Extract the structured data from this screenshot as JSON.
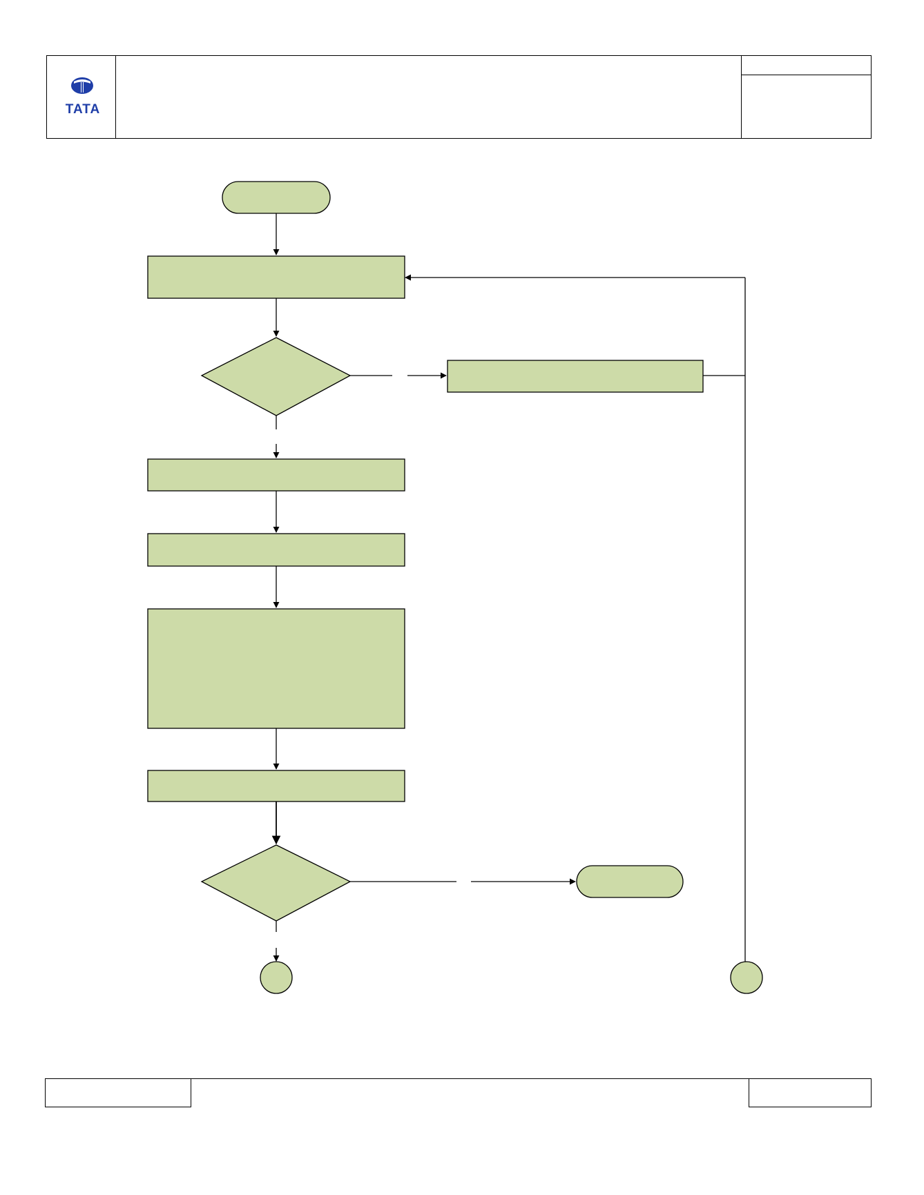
{
  "header": {
    "logo": {
      "icon": "tata-logo-icon",
      "text": "TATA",
      "color": "#1f3ea8"
    },
    "title": "",
    "doc_ref": "",
    "doc_info": ""
  },
  "flowchart": {
    "fill_color": "#cddba8",
    "stroke_color": "#000000",
    "nodes": [
      {
        "id": "start",
        "shape": "terminator",
        "label": ""
      },
      {
        "id": "step-1",
        "shape": "process",
        "label": ""
      },
      {
        "id": "decision-1",
        "shape": "decision",
        "label": ""
      },
      {
        "id": "side-step",
        "shape": "process",
        "label": ""
      },
      {
        "id": "step-2",
        "shape": "process",
        "label": ""
      },
      {
        "id": "step-3",
        "shape": "process",
        "label": ""
      },
      {
        "id": "step-4",
        "shape": "process",
        "label": ""
      },
      {
        "id": "step-5",
        "shape": "process",
        "label": ""
      },
      {
        "id": "decision-2",
        "shape": "decision",
        "label": ""
      },
      {
        "id": "end",
        "shape": "terminator",
        "label": ""
      },
      {
        "id": "connector-a",
        "shape": "connector",
        "label": ""
      },
      {
        "id": "connector-b",
        "shape": "connector",
        "label": ""
      }
    ],
    "edges": [
      {
        "from": "start",
        "to": "step-1",
        "label": ""
      },
      {
        "from": "step-1",
        "to": "decision-1",
        "label": ""
      },
      {
        "from": "decision-1",
        "to": "side-step",
        "label": ""
      },
      {
        "from": "side-step",
        "to": "step-1",
        "label": ""
      },
      {
        "from": "connector-b",
        "to": "step-1",
        "label": ""
      },
      {
        "from": "decision-1",
        "to": "step-2",
        "label": ""
      },
      {
        "from": "step-2",
        "to": "step-3",
        "label": ""
      },
      {
        "from": "step-3",
        "to": "step-4",
        "label": ""
      },
      {
        "from": "step-4",
        "to": "step-5",
        "label": ""
      },
      {
        "from": "step-5",
        "to": "decision-2",
        "label": ""
      },
      {
        "from": "decision-2",
        "to": "end",
        "label": ""
      },
      {
        "from": "decision-2",
        "to": "connector-a",
        "label": ""
      }
    ]
  },
  "footer": {
    "left": "",
    "center": "",
    "right": ""
  }
}
